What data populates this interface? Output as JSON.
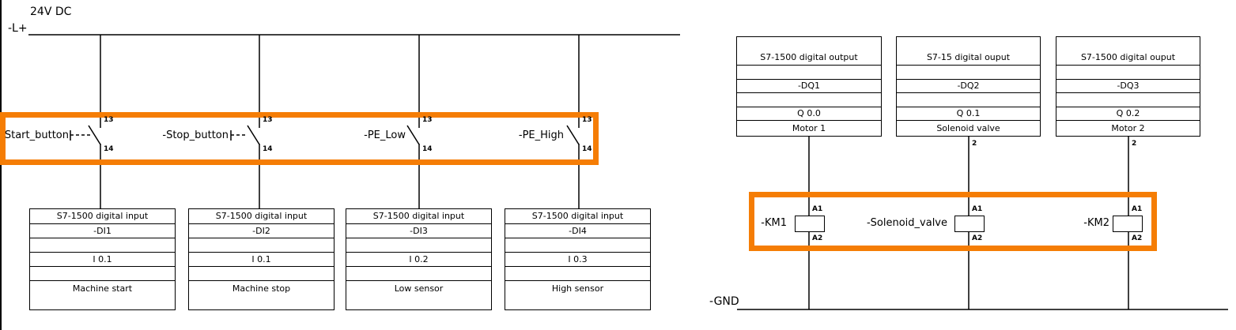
{
  "power": {
    "voltage_label": "24V DC",
    "positive_rail_label": "-L+",
    "ground_rail_label": "-GND"
  },
  "highlight_color": "#f57d05",
  "switches": [
    {
      "label": "Start_button",
      "top_terminal": "13",
      "bottom_terminal": "14"
    },
    {
      "label": "-Stop_button",
      "top_terminal": "13",
      "bottom_terminal": "14"
    },
    {
      "label": "-PE_Low",
      "top_terminal": "13",
      "bottom_terminal": "14"
    },
    {
      "label": "-PE_High",
      "top_terminal": "13",
      "bottom_terminal": "14"
    }
  ],
  "input_blocks": [
    {
      "header": "S7-1500 digital input",
      "tag": "-DI1",
      "address": "I 0.1",
      "function": "Machine start"
    },
    {
      "header": "S7-1500 digital input",
      "tag": "-DI2",
      "address": "I 0.1",
      "function": "Machine stop"
    },
    {
      "header": "S7-1500 digital input",
      "tag": "-DI3",
      "address": "I 0.2",
      "function": "Low sensor"
    },
    {
      "header": "S7-1500 digital input",
      "tag": "-DI4",
      "address": "I 0.3",
      "function": "High sensor"
    }
  ],
  "output_blocks": [
    {
      "header": "S7-1500 digital output",
      "tag": "-DQ1",
      "address": "Q 0.0",
      "function": "Motor 1",
      "wire_label": ""
    },
    {
      "header": "S7-15 digital ouput",
      "tag": "-DQ2",
      "address": "Q 0.1",
      "function": "Solenoid valve",
      "wire_label": "2"
    },
    {
      "header": "S7-1500 digital ouput",
      "tag": "-DQ3",
      "address": "Q 0.2",
      "function": "Motor 2",
      "wire_label": "2"
    }
  ],
  "coils": [
    {
      "label": "-KM1",
      "top_terminal": "A1",
      "bottom_terminal": "A2"
    },
    {
      "label": "-Solenoid_valve",
      "top_terminal": "A1",
      "bottom_terminal": "A2"
    },
    {
      "label": "-KM2",
      "top_terminal": "A1",
      "bottom_terminal": "A2"
    }
  ]
}
